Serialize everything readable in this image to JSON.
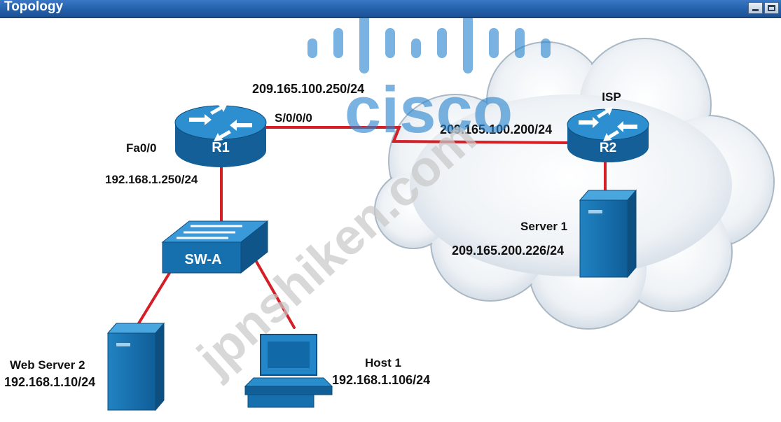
{
  "window": {
    "title": "Topology"
  },
  "devices": {
    "r1": "R1",
    "r2": "R2",
    "isp": "ISP",
    "switch": "SW-A",
    "server1": "Server 1",
    "webserver2": "Web Server 2",
    "host1": "Host 1"
  },
  "labels": {
    "r1_fa00_iface": "Fa0/0",
    "r1_fa00_ip": "192.168.1.250/24",
    "r1_s000_iface": "S/0/0/0",
    "r1_s000_ip": "209.165.100.250/24",
    "r2_ip": "209.165.100.200/24",
    "server1_ip": "209.165.200.226/24",
    "webserver2_ip": "192.168.1.10/24",
    "host1_ip": "192.168.1.106/24"
  },
  "watermarks": {
    "brand": "cisco",
    "site": "jpnshiken.com"
  },
  "colors": {
    "device_blue": "#1a6ea8",
    "link_red": "#d41f26",
    "title_bar": "#2460ab",
    "cloud": "#e9eef3"
  }
}
